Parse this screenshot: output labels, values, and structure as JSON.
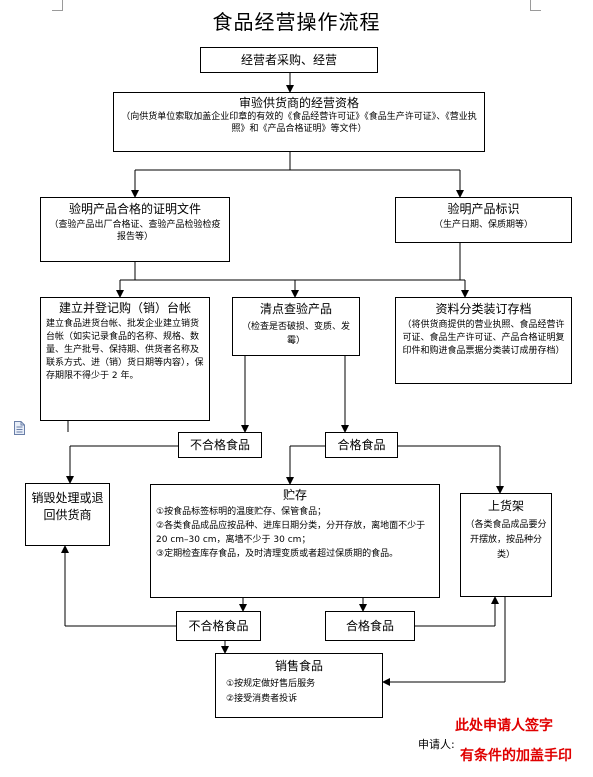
{
  "title": "食品经营操作流程",
  "nodes": {
    "purchase": {
      "title": "经营者采购、经营"
    },
    "audit": {
      "title": "审验供货商的经营资格",
      "sub": "（向供货单位索取加盖企业印章的有效的《食品经营许可证》《食品生产许可证》、《营业执照》和《产品合格证明》等文件）"
    },
    "cert": {
      "title": "验明产品合格的证明文件",
      "sub": "（查验产品出厂合格证、查验产品检验检疫报告等）"
    },
    "label": {
      "title": "验明产品标识",
      "sub": "（生产日期、保质期等）"
    },
    "ledger": {
      "title": "建立并登记购（销）台帐",
      "sub": "建立食品进货台帐、批发企业建立销货台帐（如实记录食品的名称、规格、数量、生产批号、保持期、供货者名称及联系方式、进（销）货日期等内容），保存期限不得少于 2 年。"
    },
    "inspect": {
      "title": "清点查验产品",
      "sub": "（检查是否破损、变质、发霉）"
    },
    "archive": {
      "title": "资料分类装订存档",
      "sub": "（将供货商提供的营业执照、食品经营许可证、食品生产许可证、产品合格证明复印件和购进食品票据分类装订成册存档）"
    },
    "unq1": {
      "title": "不合格食品"
    },
    "q1": {
      "title": "合格食品"
    },
    "destroy": {
      "title": "销毁处理或退回供货商"
    },
    "storage": {
      "title": "贮存",
      "lines": [
        "①按食品标签标明的温度贮存、保管食品；",
        "②各类食品成品应按品种、进库日期分类，分开存放，离地面不少于 20 cm–30 cm，离墙不少于 30 cm；",
        "③定期检查库存食品，及时清理变质或者超过保质期的食品。"
      ]
    },
    "shelf": {
      "title": "上货架",
      "sub": "（各类食品成品要分开摆放，按品种分类）"
    },
    "unq2": {
      "title": "不合格食品"
    },
    "q2": {
      "title": "合格食品"
    },
    "sale": {
      "title": "销售食品",
      "lines": [
        "①按规定做好售后服务",
        "②接受消费者投诉"
      ]
    }
  },
  "applicant_label": "申请人:",
  "note_line1": "此处申请人签字",
  "note_line2": "有条件的加盖手印",
  "icons": [
    "document-icon"
  ]
}
